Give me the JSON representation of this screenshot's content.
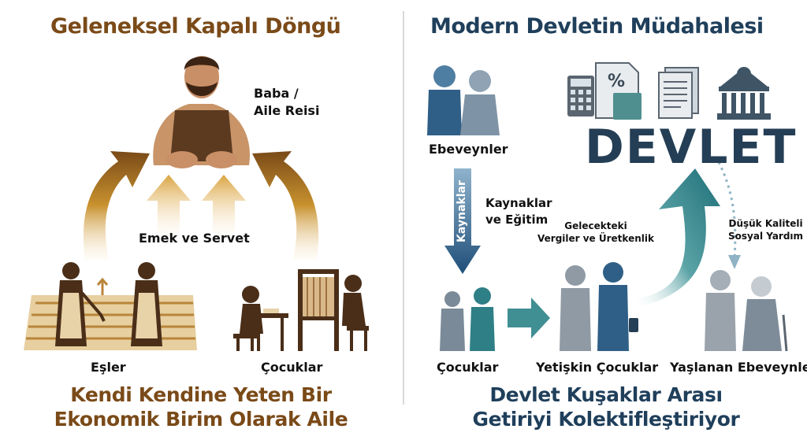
{
  "left": {
    "title": "Geleneksel Kapalı Döngü",
    "father_label": "Baba /\nAile Reisi",
    "flow_label": "Emek ve Servet",
    "wives_label": "Eşler",
    "children_label": "Çocuklar",
    "footer": "Kendi Kendine Yeten Bir\nEkonomik Birim Olarak Aile"
  },
  "right": {
    "title": "Modern Devletin Müdahalesi",
    "parents_label": "Ebeveynler",
    "resources_arrow_label": "Kaynaklar",
    "resources_label": "Kaynaklar\nve Eğitim",
    "state_label": "DEVLET",
    "future_label": "Gelecekteki\nVergiler ve Üretkenlik",
    "welfare_label": "Düşük Kaliteli\nSosyal Yardım",
    "children_label": "Çocuklar",
    "adult_children_label": "Yetişkin Çocuklar",
    "aging_parents_label": "Yaşlanan Ebeveynler",
    "footer": "Devlet Kuşaklar Arası\nGetiriyi Kolektifleştiriyor"
  },
  "colors": {
    "brown": "#7a4a18",
    "gold": "#c8922e",
    "navy": "#1f3f5b",
    "teal": "#2f7f86",
    "gray": "#8a8f94"
  }
}
